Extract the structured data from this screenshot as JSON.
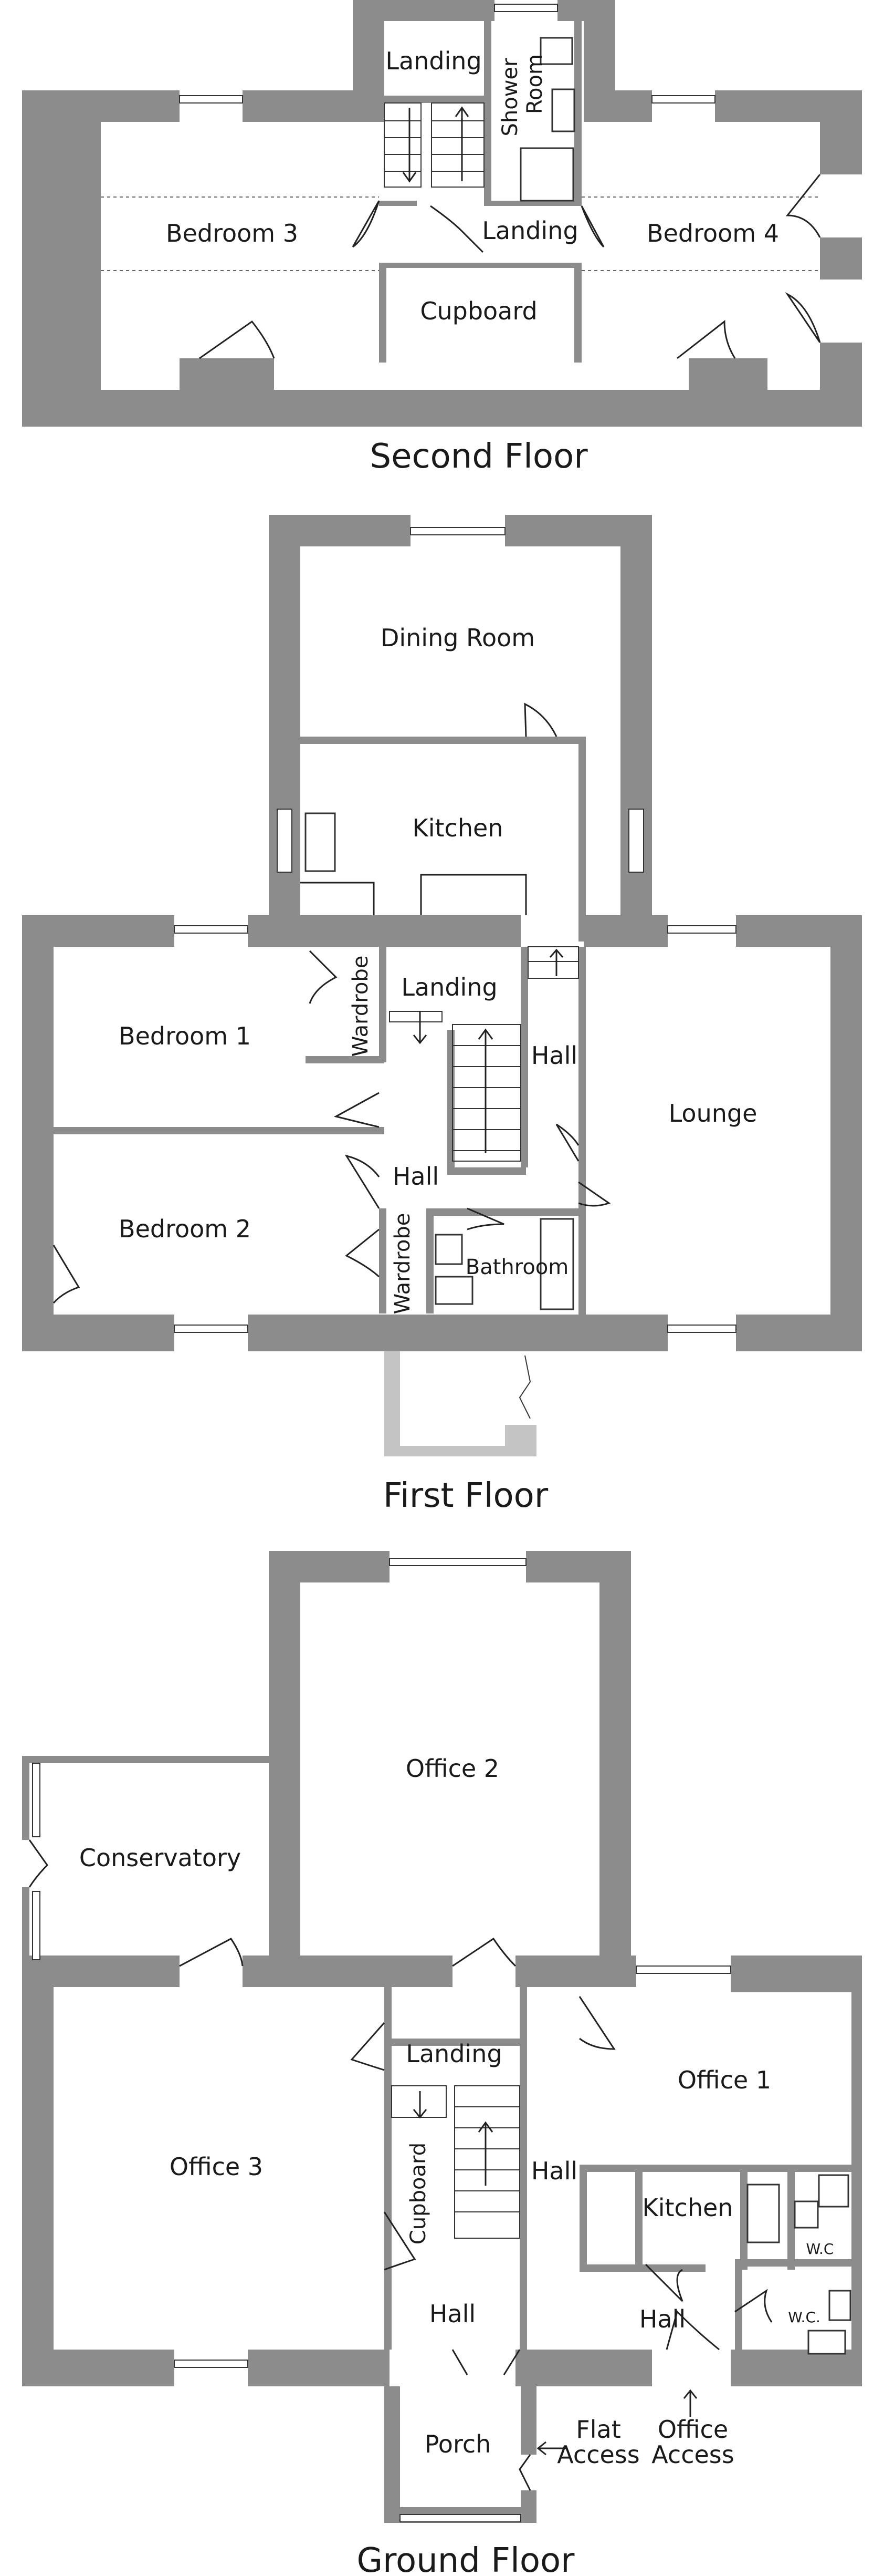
{
  "floors": {
    "second": {
      "title": "Second Floor",
      "rooms": {
        "landing_top": "Landing",
        "shower_room_1": "Shower",
        "shower_room_2": "Room",
        "bedroom_3": "Bedroom 3",
        "landing": "Landing",
        "bedroom_4": "Bedroom 4",
        "cupboard": "Cupboard"
      }
    },
    "first": {
      "title": "First Floor",
      "rooms": {
        "dining_room": "Dining Room",
        "kitchen": "Kitchen",
        "wardrobe_1": "Wardrobe",
        "landing": "Landing",
        "bedroom_1": "Bedroom 1",
        "hall_1": "Hall",
        "lounge": "Lounge",
        "hall_2": "Hall",
        "bedroom_2": "Bedroom 2",
        "wardrobe_2": "Wardrobe",
        "bathroom": "Bathroom"
      }
    },
    "ground": {
      "title": "Ground Floor",
      "rooms": {
        "office_2": "Office 2",
        "conservatory": "Conservatory",
        "landing": "Landing",
        "office_1": "Office 1",
        "office_3": "Office 3",
        "cupboard": "Cupboard",
        "hall_1": "Hall",
        "kitchen": "Kitchen",
        "wc_1": "W.C",
        "wc_2": "W.C.",
        "hall_2": "Hall",
        "hall_3": "Hall",
        "porch": "Porch",
        "flat_access_1": "Flat",
        "flat_access_2": "Access",
        "office_access_1": "Office",
        "office_access_2": "Access"
      }
    }
  }
}
